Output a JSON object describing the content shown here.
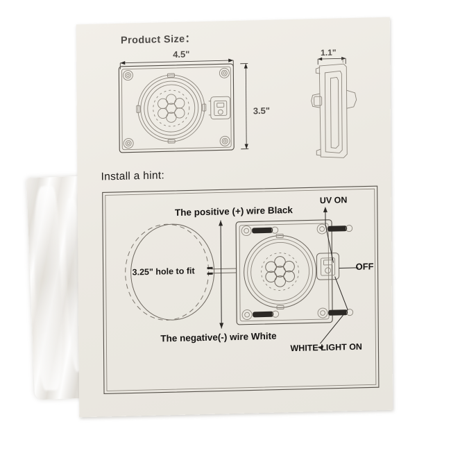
{
  "document": {
    "type": "product-instruction-sheet",
    "medium": "printed paper leaflet photographed on white background",
    "background_color": "#ffffff",
    "paper_color": "#eeebe4",
    "ink_color": "#1d1b19"
  },
  "sections": {
    "product_size": {
      "heading": "Product Size：",
      "dimensions": {
        "width": "4.5\"",
        "height": "3.5\"",
        "depth": "1.1\""
      },
      "views": [
        {
          "name": "front-view",
          "description": "rectangular light fixture plate with four corner screw holes, concentric lens rings, seven-LED cluster and side rocker switch"
        },
        {
          "name": "side-view",
          "description": "edge profile of the fixture showing mounting clip and switch housing"
        }
      ]
    },
    "install_hint": {
      "heading": "Install a hint:",
      "labels": {
        "positive_wire": "The positive (+) wire Black",
        "negative_wire": "The negative(-) wire White",
        "hole_to_fit": "3.25\" hole to fit",
        "uv_on": "UV ON",
        "off": "OFF",
        "white_light_on": "WHITE LIGHT ON"
      },
      "switch_positions": [
        "UV ON",
        "OFF",
        "WHITE LIGHT ON"
      ],
      "cutout_diameter": "3.25\"",
      "fixture": {
        "screw_count": 4,
        "led_count": 7,
        "has_rocker_switch": true
      }
    }
  },
  "objects": [
    {
      "name": "instruction-sheet",
      "note": "slightly rotated white paper sheet"
    },
    {
      "name": "plastic-bag",
      "note": "translucent polybag partially behind the sheet at lower left"
    }
  ]
}
